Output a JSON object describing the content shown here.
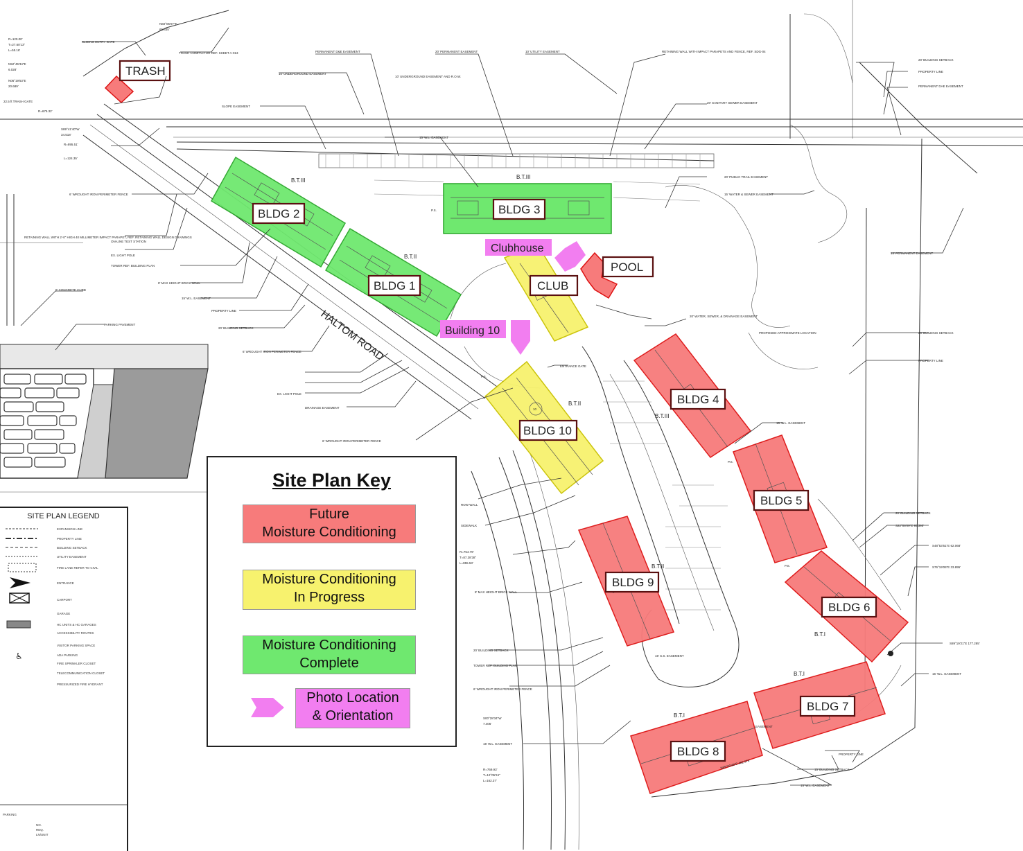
{
  "key": {
    "title": "Site Plan Key",
    "items": [
      {
        "line1": "Future",
        "line2": "Moisture Conditioning",
        "color": "#f77b7b"
      },
      {
        "line1": "Moisture Conditioning",
        "line2": "In Progress",
        "color": "#f7f26e"
      },
      {
        "line1": "Moisture Conditioning",
        "line2": "Complete",
        "color": "#6fe86f"
      },
      {
        "line1": "Photo Location",
        "line2": "& Orientation",
        "color": "#f27ef0"
      }
    ]
  },
  "legend": {
    "title": "SITE PLAN LEGEND",
    "rows": [
      "EXPANSION LINE",
      "PROPERTY LINE",
      "BUILDING SETBACK",
      "UTILITY EASEMENT",
      "FIRE LANE REFER TO CIVIL",
      "ENTRANCE",
      "CARPORT",
      "GARAGE",
      "HC UNITS & HC GARAGES",
      "ACCESSIBILITY ROUTES",
      "VISITOR PARKING SPACE",
      "ADA PARKING",
      "FIRE SPRINKLER CLOSET",
      "TELECOMMUNICATION CLOSET",
      "PRESSURIZED FIRE HYDRANT"
    ],
    "bottom": [
      "PARKING",
      "NO.",
      "REQ.",
      "LN/UNIT"
    ]
  },
  "callouts": {
    "trash": "TRASH",
    "bldg1": "BLDG 1",
    "bldg2": "BLDG 2",
    "bldg3": "BLDG 3",
    "bldg4": "BLDG 4",
    "bldg5": "BLDG 5",
    "bldg6": "BLDG 6",
    "bldg7": "BLDG 7",
    "bldg8": "BLDG 8",
    "bldg9": "BLDG 9",
    "bldg10": "BLDG 10",
    "club": "CLUB",
    "pool": "POOL"
  },
  "photo_labels": {
    "clubhouse": "Clubhouse",
    "building10": "Building 10"
  },
  "road": "HALTOM ROAD",
  "bt_labels": {
    "b3": "B.T.III",
    "b2": "B.T.III",
    "b1": "B.T.II",
    "b4": "B.T.III",
    "b10": "B.T.II",
    "b9": "B.T.II",
    "b6": "B.T.I",
    "b7": "B.T.I",
    "b8": "B.T.I"
  },
  "notes": {
    "n1": "R=120.00'",
    "n2": "T=27.60'13\"",
    "n3": "L=55.16'",
    "n4": "N52°45'34\"E",
    "n5": "6.028'",
    "n6": "N06°19'53\"E",
    "n7": "20.689'",
    "n8": "N60°05'07\"E",
    "n9": "65.835'",
    "n10": "SLIDING ENTRY GATE",
    "n11": "TRASH COMPACTOR REF. SHEET A-013",
    "n12": "PERMANENT D&E EASEMENT",
    "n13": "20' PERMANENT EASEMENT",
    "n14": "10' UTILITY EASEMENT",
    "n15": "RETAINING WALL WITH IMPACT PARAPETS AND FENCE, REF. SDG-04",
    "n16": "20' BUILDING SETBACK",
    "n17": "PROPERTY LINE",
    "n18": "PERMANENT DAE EASEMENT",
    "n19": "10' UNDERGROUND EASEMENT",
    "n20": "10' UNDERGROUND EASEMENT AND R.O.W.",
    "n21": "SLOPE EASEMENT",
    "n22": "20' SANITARY SEWER EASEMENT",
    "n23": "15' W.L. EASEMENT",
    "n24": "22.5 ft TRASH GATE",
    "n25": "R=675.32'",
    "n26": "S89°41'40\"W",
    "n27": "34.518'",
    "n28": "R=895.51'",
    "n29": "L=124.35'",
    "n30": "6' WROUGHT IRON PERIMETER FENCE",
    "n31": "RETAINING WALL WITH 2'-0\" HIGH 40 MILLIMETER IMPACT PARAPET, REF. RETAINING WALL DESIGN DRAWINGS",
    "n32": "ON-LINE TEST STATION",
    "n33": "EX. LIGHT POLE",
    "n34": "TOWER REF. BUILDING PLAN",
    "n35": "8' MAX HEIGHT BRICK WALL",
    "n36": "15' W.L. EASEMENT",
    "n37": "PROPERTY LINE",
    "n38": "20' BUILDING SETBACK",
    "n39": "6' WROUGHT IRON PERIMETER FENCE",
    "n40": "8' CONCRETE CURB",
    "n41": "PARKING PAVEMENT",
    "n42": "EX. LIGHT POLE",
    "n43": "DRAINAGE EASEMENT",
    "n44": "6' WROUGHT IRON PERIMETER FENCE",
    "n45": "20' PUBLIC TRAIL EASEMENT",
    "n46": "15' WATER & SEWER EASEMENT",
    "n47": "15' PERMANENT EASEMENT",
    "n48": "20' WATER, SEWER, & DRAINAGE EASEMENT",
    "n49": "PROPOSED APPROXIMATE LOCATION",
    "n50": "20' BUILDING SETBACK",
    "n51": "PROPERTY LINE",
    "n52": "15' W.L. EASEMENT",
    "n53": "ENTRANCE GATE",
    "n54": "20' BUILDING SETBACK",
    "n55": "S22°08'09\"E 95.395'",
    "n56": "S48°53'51\"E 62.068'",
    "n57": "S76°19'06\"E 33.895'",
    "n58": "S89°19'21\"E 177.285'",
    "n59": "15' W.L. EASEMENT",
    "n60": "R=754.79'",
    "n61": "T=87.38'38\"",
    "n62": "L=855.53'",
    "n63": "8' MAX HEIGHT BRICK WALL",
    "n64": "20' BUILDING SETBACK",
    "n65": "TOWER REF. BUILDING PLAN",
    "n66": "6' WROUGHT IRON PERIMETER FENCE",
    "n67": "S00°28'34\"W",
    "n68": "7.406'",
    "n69": "15' W.L. EASEMENT",
    "n70": "R=769.93'",
    "n71": "T=12°05'24\"",
    "n72": "L=162.37'",
    "n73": "15' W.L. EASEMENT",
    "n74": "N89°09'48\"E 482.976'",
    "n75": "15' BUILDING SETBACK",
    "n76": "PROPERTY LINE",
    "n77": "EASEMENT",
    "n78": "ROW WALL",
    "n79": "SIDEWALK",
    "n80": "15' S.S. EASEMENT",
    "n81": "P.S.",
    "n82": "P.S.",
    "n83": "P.S.",
    "n84": "P.S.",
    "n85": "10"
  }
}
